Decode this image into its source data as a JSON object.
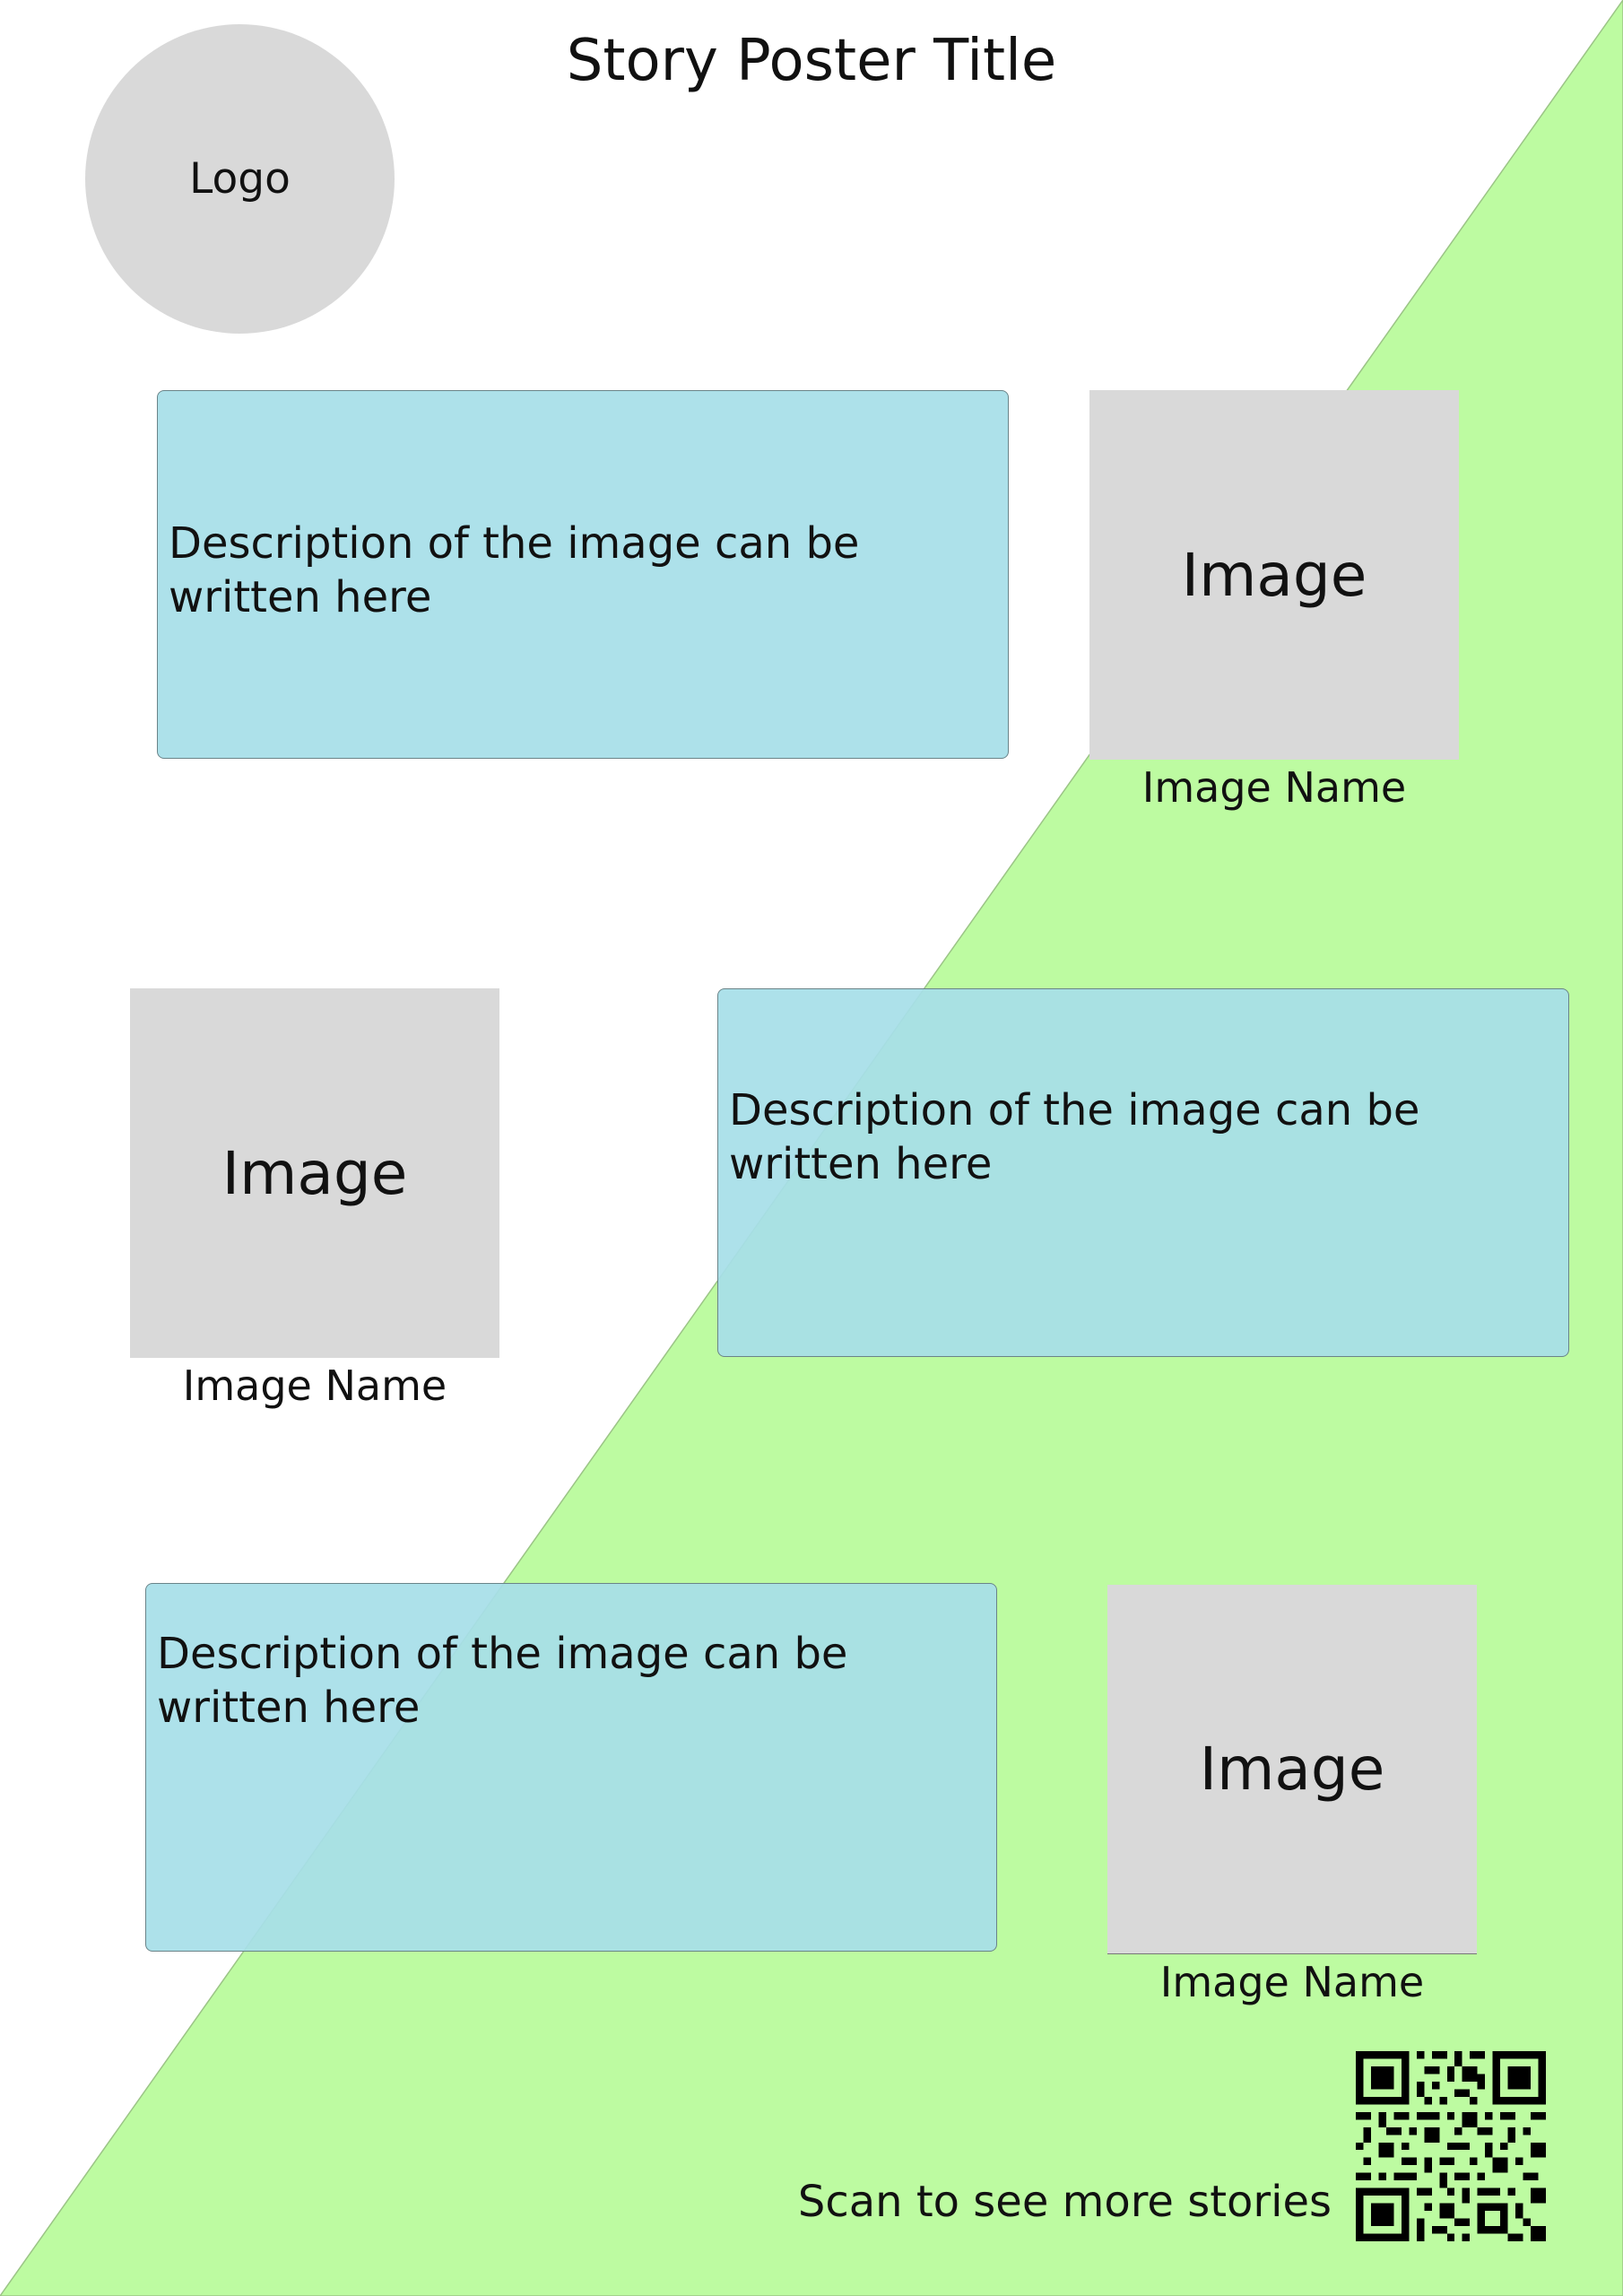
{
  "poster": {
    "title": "Story Poster Title",
    "logo_label": "Logo",
    "background_color": "#ffffff",
    "accent_color": "#bdfba1",
    "description_color": "#a7dfe8",
    "placeholder_color": "#d9d9d9"
  },
  "sections": [
    {
      "description": "Description of the image can be written here",
      "image_label": "Image",
      "image_name": "Image Name"
    },
    {
      "description": "Description of the image can be written here",
      "image_label": "Image",
      "image_name": "Image Name"
    },
    {
      "description": "Description of the image can be written here",
      "image_label": "Image",
      "image_name": "Image Name"
    }
  ],
  "footer": {
    "scan_text": "Scan to see more stories",
    "qr_icon": "qr-code-icon"
  }
}
